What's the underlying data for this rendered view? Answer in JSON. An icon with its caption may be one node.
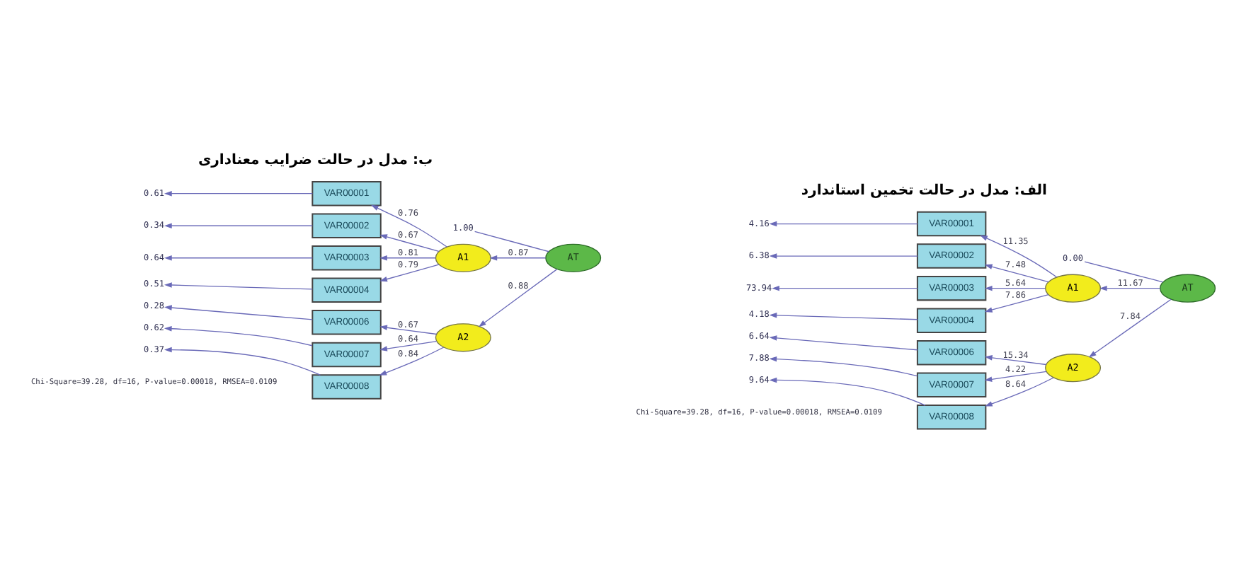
{
  "diagram": {
    "nodes": [
      {
        "text": [
          "AT"
        ]
      },
      {
        "text": [
          "0.00"
        ]
      },
      {
        "text": [
          "A1"
        ]
      },
      {
        "text": [
          "A2"
        ]
      },
      {
        "text": [
          "VAR00001"
        ]
      },
      {
        "text": [
          "VAR00002"
        ]
      },
      {
        "text": [
          "VAR00003"
        ]
      },
      {
        "text": [
          "VAR00004"
        ]
      },
      {
        "text": [
          "VAR00006"
        ]
      },
      {
        "text": [
          "VAR00007"
        ]
      },
      {
        "text": [
          "VAR00008"
        ]
      },
      {
        "text": [
          "4.16"
        ]
      },
      {
        "text": [
          "6.38"
        ]
      },
      {
        "text": [
          "73.94"
        ]
      },
      {
        "text": [
          "4.18"
        ]
      },
      {
        "text": [
          "6.64"
        ]
      },
      {
        "text": [
          "7.88"
        ]
      },
      {
        "text": [
          "9.64"
        ]
      },
      {
        "text": [
          "AT"
        ]
      },
      {
        "text": [
          "1.00"
        ]
      },
      {
        "text": [
          "A1"
        ]
      },
      {
        "text": [
          "A2"
        ]
      },
      {
        "text": [
          "VAR00001"
        ]
      },
      {
        "text": [
          "VAR00002"
        ]
      },
      {
        "text": [
          "VAR00003"
        ]
      },
      {
        "text": [
          "VAR00004"
        ]
      },
      {
        "text": [
          "VAR00006"
        ]
      },
      {
        "text": [
          "VAR00007"
        ]
      },
      {
        "text": [
          "VAR00008"
        ]
      },
      {
        "text": [
          "0.61"
        ]
      },
      {
        "text": [
          "0.34"
        ]
      },
      {
        "text": [
          "0.64"
        ]
      },
      {
        "text": [
          "0.51"
        ]
      },
      {
        "text": [
          "0.28"
        ]
      },
      {
        "text": [
          "0.62"
        ]
      },
      {
        "text": [
          "0.37"
        ]
      }
    ],
    "edges": [
      {
        "from": 0,
        "to": 2,
        "arrow": "to",
        "label": "11.67"
      },
      {
        "from": 0,
        "to": 3,
        "arrow": "to",
        "label": "7.84"
      },
      {
        "from": 0,
        "to": 1,
        "arrow": "none"
      },
      {
        "from": 2,
        "to": 4,
        "arrow": "to",
        "label": "11.35"
      },
      {
        "from": 2,
        "to": 5,
        "arrow": "to",
        "label": "7.48"
      },
      {
        "from": 2,
        "to": 6,
        "arrow": "to",
        "label": "5.64"
      },
      {
        "from": 2,
        "to": 7,
        "arrow": "to",
        "label": "7.86"
      },
      {
        "from": 3,
        "to": 8,
        "arrow": "to",
        "label": "15.34"
      },
      {
        "from": 3,
        "to": 9,
        "arrow": "to",
        "label": "4.22"
      },
      {
        "from": 3,
        "to": 10,
        "arrow": "to",
        "label": "8.64"
      },
      {
        "from": 4,
        "to": 11,
        "arrow": "to"
      },
      {
        "from": 5,
        "to": 12,
        "arrow": "to"
      },
      {
        "from": 6,
        "to": 13,
        "arrow": "to"
      },
      {
        "from": 7,
        "to": 14,
        "arrow": "to"
      },
      {
        "from": 8,
        "to": 15,
        "arrow": "to"
      },
      {
        "from": 9,
        "to": 16,
        "arrow": "to"
      },
      {
        "from": 10,
        "to": 17,
        "arrow": "to"
      },
      {
        "from": 18,
        "to": 20,
        "arrow": "to",
        "label": "0.87"
      },
      {
        "from": 18,
        "to": 21,
        "arrow": "to",
        "label": "0.88"
      },
      {
        "from": 18,
        "to": 19,
        "arrow": "none"
      },
      {
        "from": 20,
        "to": 22,
        "arrow": "to",
        "label": "0.76"
      },
      {
        "from": 20,
        "to": 23,
        "arrow": "to",
        "label": "0.67"
      },
      {
        "from": 20,
        "to": 24,
        "arrow": "to",
        "label": "0.81"
      },
      {
        "from": 20,
        "to": 25,
        "arrow": "to",
        "label": "0.79"
      },
      {
        "from": 21,
        "to": 26,
        "arrow": "to",
        "label": "0.67"
      },
      {
        "from": 21,
        "to": 27,
        "arrow": "to",
        "label": "0.64"
      },
      {
        "from": 21,
        "to": 28,
        "arrow": "to",
        "label": "0.84"
      },
      {
        "from": 22,
        "to": 29,
        "arrow": "to"
      },
      {
        "from": 23,
        "to": 30,
        "arrow": "to"
      },
      {
        "from": 24,
        "to": 31,
        "arrow": "to"
      },
      {
        "from": 25,
        "to": 32,
        "arrow": "to"
      },
      {
        "from": 26,
        "to": 33,
        "arrow": "to"
      },
      {
        "from": 27,
        "to": 34,
        "arrow": "to"
      },
      {
        "from": 28,
        "to": 35,
        "arrow": "to"
      }
    ],
    "labels": [
      "الف: مدل در حالت تخمین استاندارد",
      "ب: مدل در حالت ضرایب معناداری",
      "Chi-Square=39.28, df=16, P-value=0.00018, RMSEA=0.0109",
      "Chi-Square=39.28, df=16, P-value=0.00018, RMSEA=0.0109"
    ]
  }
}
